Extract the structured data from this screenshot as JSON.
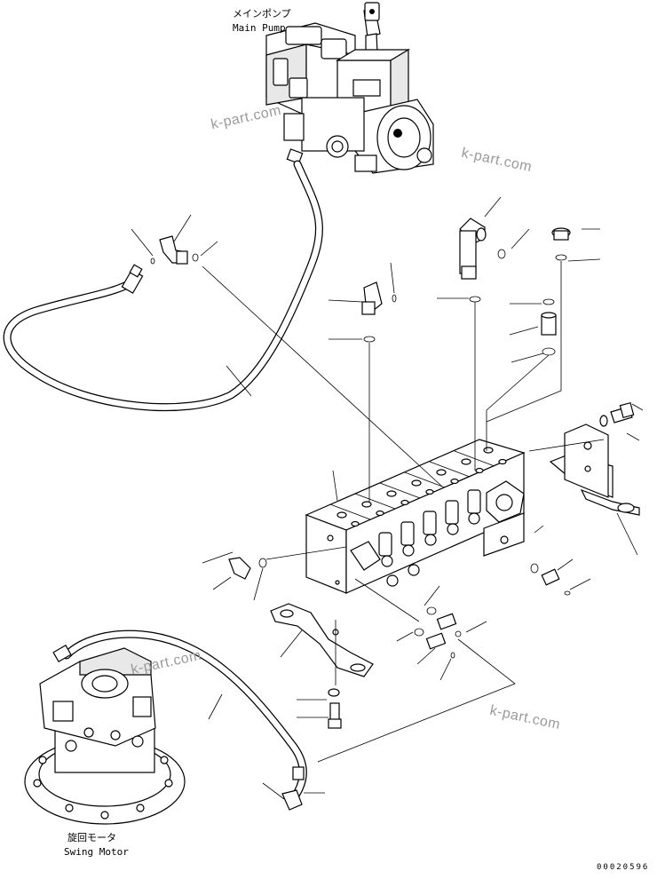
{
  "labels": {
    "main_pump_jp": "メインポンプ",
    "main_pump_en": "Main Pump",
    "swing_motor_jp": "旋回モータ",
    "swing_motor_en": "Swing Motor"
  },
  "watermarks": [
    "k-part.com",
    "k-part.com",
    "k-part.com",
    "k-part.com"
  ],
  "document_number": "00020596"
}
